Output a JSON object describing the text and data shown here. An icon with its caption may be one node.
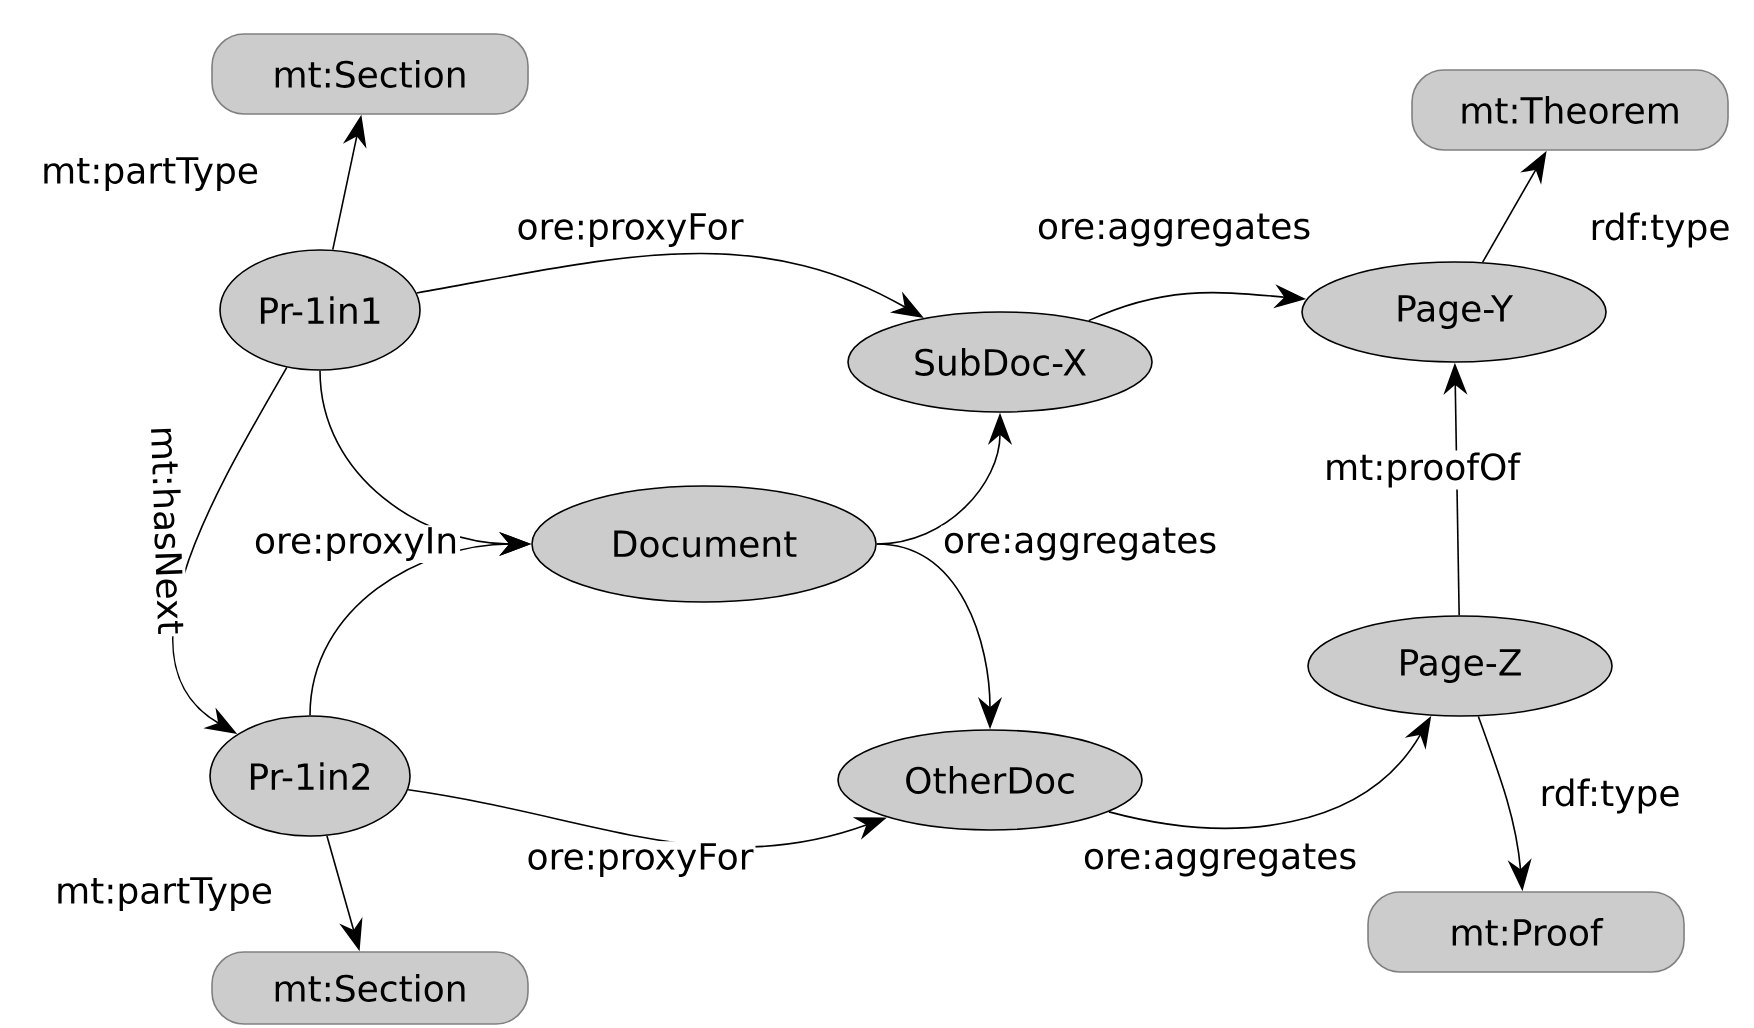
{
  "diagram": {
    "nodes": [
      {
        "text": [
          "mt:Section"
        ]
      },
      {
        "text": [
          "Pr-1in1"
        ]
      },
      {
        "text": [
          "SubDoc-X"
        ]
      },
      {
        "text": [
          "Page-Y"
        ]
      },
      {
        "text": [
          "mt:Theorem"
        ]
      },
      {
        "text": [
          "Document"
        ]
      },
      {
        "text": [
          "Pr-1in2"
        ]
      },
      {
        "text": [
          "OtherDoc"
        ]
      },
      {
        "text": [
          "Page-Z"
        ]
      },
      {
        "text": [
          "mt:Section"
        ]
      },
      {
        "text": [
          "mt:Proof"
        ]
      }
    ],
    "edges": [
      {
        "from": 1,
        "to": 0,
        "arrow": "to",
        "label": "mt:partType"
      },
      {
        "from": 1,
        "to": 2,
        "arrow": "to",
        "label": "ore:proxyFor"
      },
      {
        "from": 1,
        "to": 5,
        "arrow": "to",
        "label": "ore:proxyIn"
      },
      {
        "from": 6,
        "to": 5,
        "arrow": "to"
      },
      {
        "from": 1,
        "to": 6,
        "arrow": "to",
        "label": "mt:hasNext"
      },
      {
        "from": 6,
        "to": 9,
        "arrow": "to",
        "label": "mt:partType"
      },
      {
        "from": 6,
        "to": 7,
        "arrow": "to",
        "label": "ore:proxyFor"
      },
      {
        "from": 2,
        "to": 3,
        "arrow": "to",
        "label": "ore:aggregates"
      },
      {
        "from": 5,
        "to": 2,
        "arrow": "to",
        "label": "ore:aggregates"
      },
      {
        "from": 5,
        "to": 7,
        "arrow": "to"
      },
      {
        "from": 7,
        "to": 8,
        "arrow": "to",
        "label": "ore:aggregates"
      },
      {
        "from": 8,
        "to": 3,
        "arrow": "to",
        "label": "mt:proofOf"
      },
      {
        "from": 3,
        "to": 4,
        "arrow": "to",
        "label": "rdf:type"
      },
      {
        "from": 8,
        "to": 10,
        "arrow": "to",
        "label": "rdf:type"
      }
    ]
  }
}
